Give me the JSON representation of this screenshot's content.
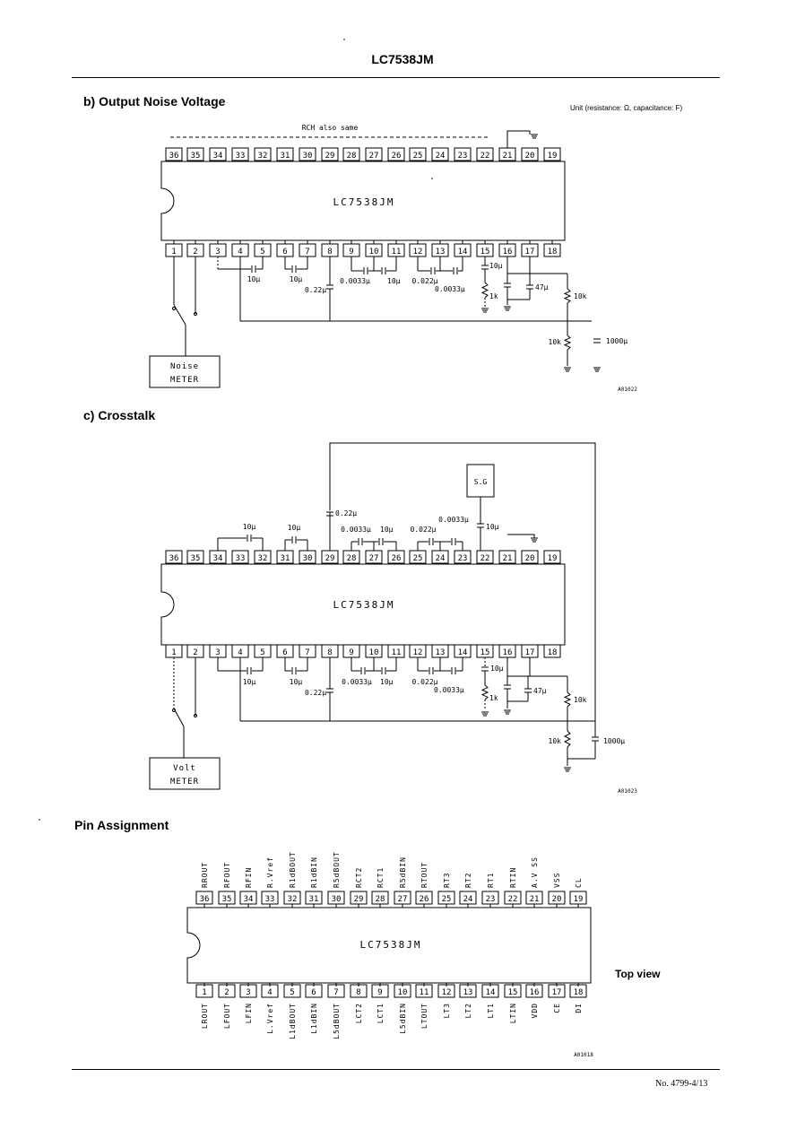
{
  "header": {
    "title": "LC7538JM"
  },
  "sections": {
    "noise": {
      "title": "b)  Output Noise Voltage",
      "unit": "Unit (resistance: Ω, capacitance: F)",
      "rch_note": "RCH also same",
      "meter_line1": "Noise",
      "meter_line2": "METER",
      "figure_code": "A01022"
    },
    "crosstalk": {
      "title": "c)  Crosstalk",
      "meter_line1": "Volt",
      "meter_line2": "METER",
      "signal_generator": "S.G",
      "figure_code": "A01023"
    },
    "pins": {
      "title": "Pin Assignment",
      "top_view": "Top view",
      "figure_code": "A01018"
    }
  },
  "ic": {
    "chip_label": "LC7538JM"
  },
  "components": {
    "c10u": "10μ",
    "c022": "0.22μ",
    "c0033": "0.0033μ",
    "c0022": "0.022μ",
    "c47": "47μ",
    "c1000": "1000μ",
    "r10k": "10k",
    "r1k": "1k"
  },
  "pin_assignment": {
    "top": [
      {
        "num": "36",
        "name": "RROUT"
      },
      {
        "num": "35",
        "name": "RFOUT"
      },
      {
        "num": "34",
        "name": "RFIN"
      },
      {
        "num": "33",
        "name": "R.Vref"
      },
      {
        "num": "32",
        "name": "R1dBOUT"
      },
      {
        "num": "31",
        "name": "R1dBIN"
      },
      {
        "num": "30",
        "name": "R5dBOUT"
      },
      {
        "num": "29",
        "name": "RCT2"
      },
      {
        "num": "28",
        "name": "RCT1"
      },
      {
        "num": "27",
        "name": "R5dBIN"
      },
      {
        "num": "26",
        "name": "RTOUT"
      },
      {
        "num": "25",
        "name": "RT3"
      },
      {
        "num": "24",
        "name": "RT2"
      },
      {
        "num": "23",
        "name": "RT1"
      },
      {
        "num": "22",
        "name": "RTIN"
      },
      {
        "num": "21",
        "name": "A.V SS"
      },
      {
        "num": "20",
        "name": "VSS"
      },
      {
        "num": "19",
        "name": "CL"
      }
    ],
    "bottom": [
      {
        "num": "1",
        "name": "LROUT"
      },
      {
        "num": "2",
        "name": "LFOUT"
      },
      {
        "num": "3",
        "name": "LFIN"
      },
      {
        "num": "4",
        "name": "L.Vref"
      },
      {
        "num": "5",
        "name": "L1dBOUT"
      },
      {
        "num": "6",
        "name": "L1dBIN"
      },
      {
        "num": "7",
        "name": "L5dBOUT"
      },
      {
        "num": "8",
        "name": "LCT2"
      },
      {
        "num": "9",
        "name": "LCT1"
      },
      {
        "num": "10",
        "name": "L5dBIN"
      },
      {
        "num": "11",
        "name": "LTOUT"
      },
      {
        "num": "12",
        "name": "LT3"
      },
      {
        "num": "13",
        "name": "LT2"
      },
      {
        "num": "14",
        "name": "LT1"
      },
      {
        "num": "15",
        "name": "LTIN"
      },
      {
        "num": "16",
        "name": "VDD"
      },
      {
        "num": "17",
        "name": "CE"
      },
      {
        "num": "18",
        "name": "DI"
      }
    ]
  },
  "footer": {
    "page_number": "No. 4799-4/13"
  }
}
